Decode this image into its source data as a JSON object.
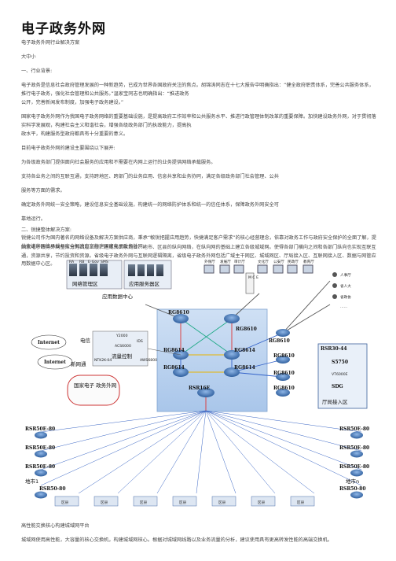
{
  "title": "电子政务外网",
  "paragraphs": [
    "电子政务外网行业解决方案",
    "大中小",
    "一、行业背景:",
    "电子政务是信息社会政府管理发展的一种新趋势，已成为世界各国政府关注的焦点。胡锦涛同志在十七大报告中明确指出：“健全政府职责体系，完善公共服务体系，推行电子政务，强化社会管理和公共服务。”温家宝同志也明确指出：“推进政务",
    "公开，完善新闻发布制度，加强电子政务建设。”",
    "国家电子政务外网作为我国电子政务网络的重要基础设施，是提高政府工作效率和公共服务水平、推进行政管理体制改革的重要保障。加快建设政务外网，对于贯彻落实科学发展观，构建社会主义和谐社会，增强各级政务部门的执政能力，提高执",
    "政水平，构建服务型政府都具有十分重要的意义。",
    "目前电子政务外网的建设主要围绕以下展开:",
    "为各级政务部门提供面向社会服务的应用和不需要在内网上运行的业务提供网络承载服务。",
    "支持各业务之间的互联互通，支持跨地区、跨部门的业务应用、信息共享和业务协同，满足各级政务部门社会管理、公共",
    "服务等方面的需求。",
    "确定政务外网统一安全策略，建设信息安全基础设施，构建统一的网络防护体系和统一的信任体系，保障政务外网安全可",
    "靠地运行。",
    "二、锐捷整体解决方案:",
    "锐捷公司作为国内著名的网络设备及解决方案供应商，秉承“敏锐把握应用趋势，快捷满足客户需求”的核心经营理念，依靠对政务工作与政府安全保护的全面了解，提供先进的网络承载与安全解决方案构建国家电子政务外网。",
    "国家电子政务外网整体分为四层三级，建成从国家到省、地市、区县的纵向网络，在纵向网的基础上建立各级城域网。使得各部门横向之间和各部门纵向也实现互联互通，资源共享，节约投资和资源。省级电子政务外网与互联网逻辑隔离，省级电子政务外网包括广域主干网区、城域网区、厅局接入区、互联网接入区、数据与网管应用数据中心区。",
    "高性能交换核心构建城域网平台",
    "城域网使用高性能，大容量的核心交换机，构建城域网核心。根据对城域网线路以及业务流量的分析，建议使用具有更高转发性能的高端交换机。"
  ],
  "diagram": {
    "top_servers": [
      "RA",
      "RB",
      "E-Gov",
      "SMS"
    ],
    "top_server_zone": "网络管理区",
    "app_server_zone": "应用服务器区",
    "data_center_label": "应用数据中心",
    "depts_top": [
      "外保厅",
      "发展厅",
      "审计厅",
      "文化厅",
      "公安厅",
      "民政厅",
      "教育厅"
    ],
    "mce_label": "M\nC\nE",
    "right_users": [
      "人事厅",
      "省人大",
      "省政协",
      "……"
    ],
    "internet1": "Internet",
    "internet2": "Internet",
    "telecom": "电信",
    "netcom": "新网通",
    "y2000": "Y2000",
    "acs": "ACS6000",
    "ids": "IDS",
    "ntk": "NTK2K-04",
    "aws": "AWS6800",
    "traffic_ctrl": "流量控制",
    "core_left1": "RG8610",
    "core_right1": "RG8610",
    "core_r_a": "RG8610",
    "core_r_b": "RG8610",
    "core_r_c": "RG8610",
    "core_r_d": "RG8610",
    "core_l2a": "RG8614",
    "core_l2b": "RG8614",
    "core_l3a": "RG8614",
    "core_l3b": "RG8614",
    "rsr16e": "RSR16E",
    "country_net": "国家电子\n政务外网",
    "rsr30": "RSR30-44",
    "s5750": "S5750",
    "vt": "VT6000E",
    "sdg": "SDG",
    "dept_access": "厅局接入区",
    "rsr50e": "RSR50E-80",
    "rsr50": "RSR50-80",
    "city_a": "地市1",
    "city_b": "地市n",
    "county": "区县"
  }
}
